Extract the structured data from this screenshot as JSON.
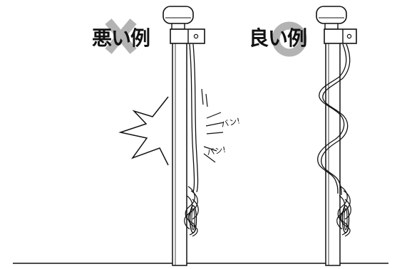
{
  "bad_example": {
    "label": "悪い例",
    "mark_icon": "cross-mark-icon",
    "sound_effects": [
      "バン!",
      "バン!"
    ]
  },
  "good_example": {
    "label": "良い例",
    "mark_icon": "circle-mark-icon"
  },
  "colors": {
    "line": "#111111",
    "mark_gray": "#b3b3b3",
    "background": "#ffffff"
  }
}
